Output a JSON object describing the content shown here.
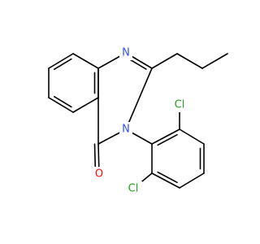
{
  "molecule": {
    "atoms": {
      "N1": {
        "label": "N",
        "color": "#3050f8"
      },
      "N3": {
        "label": "N",
        "color": "#3050f8"
      },
      "O": {
        "label": "O",
        "color": "#ff0d0d"
      },
      "Cl1": {
        "label": "Cl",
        "color": "#1fa01f"
      },
      "Cl2": {
        "label": "Cl",
        "color": "#1fa01f"
      }
    },
    "bond_color": "#000000"
  }
}
